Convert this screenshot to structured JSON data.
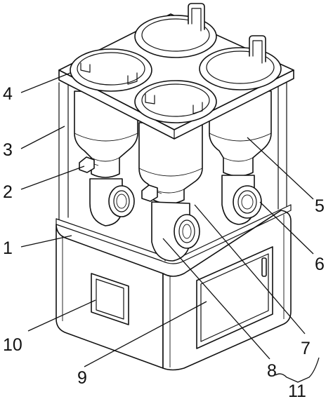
{
  "callouts": [
    {
      "id": "c4",
      "text": "4"
    },
    {
      "id": "c3",
      "text": "3"
    },
    {
      "id": "c2",
      "text": "2"
    },
    {
      "id": "c1",
      "text": "1"
    },
    {
      "id": "c10",
      "text": "10"
    },
    {
      "id": "c9",
      "text": "9"
    },
    {
      "id": "c8",
      "text": "8"
    },
    {
      "id": "c7",
      "text": "7"
    },
    {
      "id": "c6",
      "text": "6"
    },
    {
      "id": "c5",
      "text": "5"
    },
    {
      "id": "c11",
      "text": "11"
    }
  ]
}
